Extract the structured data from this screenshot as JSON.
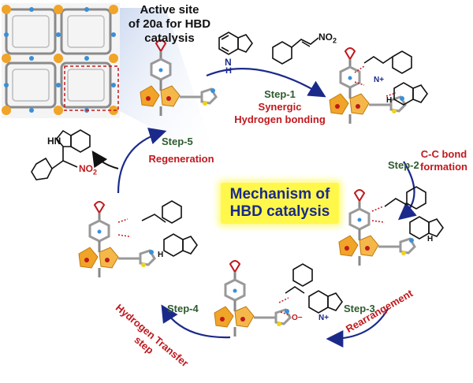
{
  "top_label": {
    "line1": "Active site",
    "line2": "of 20a for HBD",
    "line3": "catalysis"
  },
  "reagents": {
    "nitro_label": "NO",
    "nitro_sub": "2",
    "nh_label": "N",
    "h_label": "H"
  },
  "product": {
    "nh_label": "HN",
    "nitro_label": "NO",
    "nitro_sub": "2"
  },
  "center": {
    "line1": "Mechanism of",
    "line2": "HBD catalysis"
  },
  "steps": {
    "s1": {
      "name": "Step-1",
      "desc1": "Synergic",
      "desc2": "Hydrogen bonding"
    },
    "s2": {
      "name": "Step-2",
      "desc1": "C-C bond",
      "desc2": "formation"
    },
    "s3": {
      "name": "Step-3",
      "desc": "Rearrangement"
    },
    "s4": {
      "name": "Step-4",
      "desc1": "Hydrogen Transfer",
      "desc2": "step"
    },
    "s5": {
      "name": "Step-5",
      "desc": "Regeneration"
    }
  },
  "atom_labels": {
    "o": "O",
    "n": "N",
    "h": "H",
    "nplus": "N+",
    "ominus": "O−"
  },
  "colors": {
    "arrow": "#1b2a8a",
    "step_text": "#2e5b2e",
    "desc_text": "#c0181d",
    "center_bg": "#fff84a"
  }
}
